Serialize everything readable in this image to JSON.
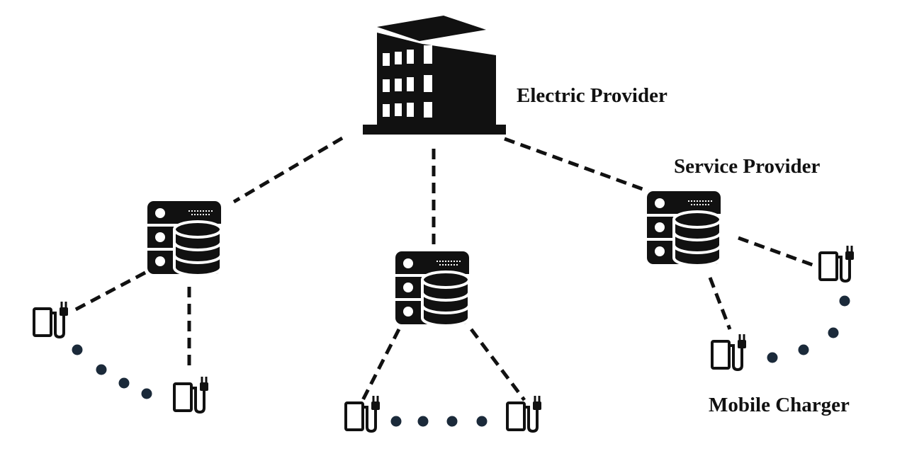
{
  "labels": {
    "electric_provider": "Electric Provider",
    "service_provider": "Service Provider",
    "mobile_charger": "Mobile Charger"
  },
  "nodes": {
    "electric_provider": {
      "icon": "office-building-icon"
    },
    "service_providers": [
      {
        "id": "left",
        "icon": "server-database-icon"
      },
      {
        "id": "center",
        "icon": "server-database-icon"
      },
      {
        "id": "right",
        "icon": "server-database-icon"
      }
    ],
    "mobile_chargers": [
      {
        "id": "left-a",
        "parent": "left",
        "icon": "mobile-charger-icon"
      },
      {
        "id": "left-b",
        "parent": "left",
        "icon": "mobile-charger-icon"
      },
      {
        "id": "center-a",
        "parent": "center",
        "icon": "mobile-charger-icon"
      },
      {
        "id": "center-b",
        "parent": "center",
        "icon": "mobile-charger-icon"
      },
      {
        "id": "right-a",
        "parent": "right",
        "icon": "mobile-charger-icon"
      },
      {
        "id": "right-b",
        "parent": "right",
        "icon": "mobile-charger-icon"
      }
    ]
  },
  "edges": [
    {
      "from": "electric_provider",
      "to": "left",
      "style": "dashed"
    },
    {
      "from": "electric_provider",
      "to": "center",
      "style": "dashed"
    },
    {
      "from": "electric_provider",
      "to": "right",
      "style": "dashed"
    },
    {
      "from": "left",
      "to": "left-a",
      "style": "dashed"
    },
    {
      "from": "left",
      "to": "left-b",
      "style": "dashed"
    },
    {
      "from": "center",
      "to": "center-a",
      "style": "dashed"
    },
    {
      "from": "center",
      "to": "center-b",
      "style": "dashed"
    },
    {
      "from": "right",
      "to": "right-a",
      "style": "dashed"
    },
    {
      "from": "right",
      "to": "right-b",
      "style": "dashed"
    }
  ],
  "colors": {
    "ink": "#111111",
    "dots": "#1b2a3a",
    "background": "#ffffff"
  }
}
